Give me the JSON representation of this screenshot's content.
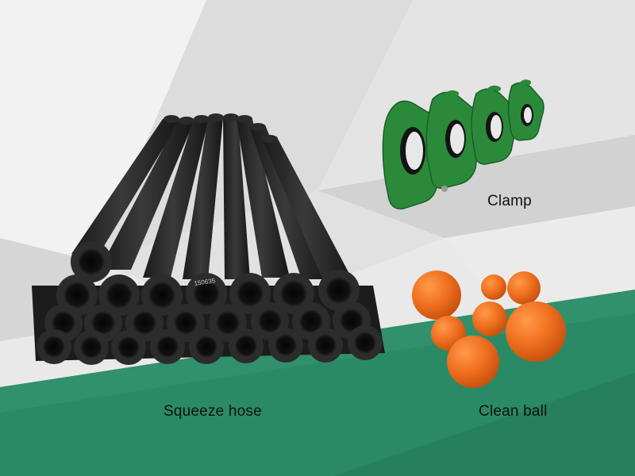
{
  "labels": {
    "squeeze_hose": "Squeeze hose",
    "clamp": "Clamp",
    "clean_ball": "Clean ball"
  },
  "colors": {
    "background_light": "#ededed",
    "background_mid": "#d8d8d8",
    "floor_green": "#2b8a66",
    "floor_green_dark": "#1f7555",
    "hose_black": "#262626",
    "clamp_green": "#2a8a3a",
    "ball_orange": "#f07020"
  },
  "hose_print_text": "150635"
}
